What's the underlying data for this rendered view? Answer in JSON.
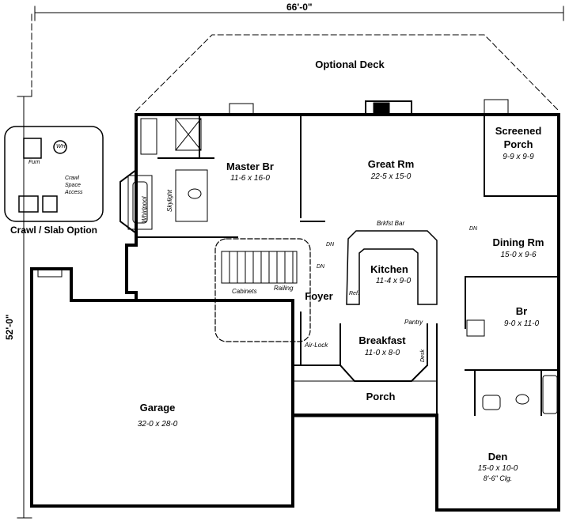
{
  "overall_width": "66'-0\"",
  "overall_depth": "52'-0\"",
  "crawl_option_label": "Crawl / Slab Option",
  "crawl_inset": {
    "furn": "Furn",
    "wh": "WH",
    "crawl_access": [
      "Crawl",
      "Space",
      "Access"
    ]
  },
  "rooms": {
    "optional_deck": {
      "name": "Optional Deck"
    },
    "master_br": {
      "name": "Master Br",
      "dims": "11-6 x 16-0"
    },
    "great_rm": {
      "name": "Great Rm",
      "dims": "22-5 x 15-0"
    },
    "screened_porch": {
      "name_line1": "Screened",
      "name_line2": "Porch",
      "dims": "9-9 x 9-9"
    },
    "dining_rm": {
      "name": "Dining Rm",
      "dims": "15-0 x 9-6"
    },
    "kitchen": {
      "name": "Kitchen",
      "dims": "11-4 x 9-0"
    },
    "foyer": {
      "name": "Foyer"
    },
    "br": {
      "name": "Br",
      "dims": "9-0 x 11-0"
    },
    "breakfast": {
      "name": "Breakfast",
      "dims": "11-0 x 8-0"
    },
    "porch": {
      "name": "Porch"
    },
    "garage": {
      "name": "Garage",
      "dims": "32-0 x 28-0"
    },
    "den": {
      "name": "Den",
      "dims": "15-0 x 10-0",
      "note": "8'-6\" Clg."
    }
  },
  "fixtures": {
    "whirlpool": "Whirlpool",
    "skylight": "Skylight",
    "brkfst_bar": "Brkfst Bar",
    "cabinets": "Cabinets",
    "railing": "Railing",
    "air_lock": "Air-Lock",
    "pantry": "Pantry",
    "desk": "Desk",
    "ref": "Ref.",
    "dn": "DN"
  }
}
